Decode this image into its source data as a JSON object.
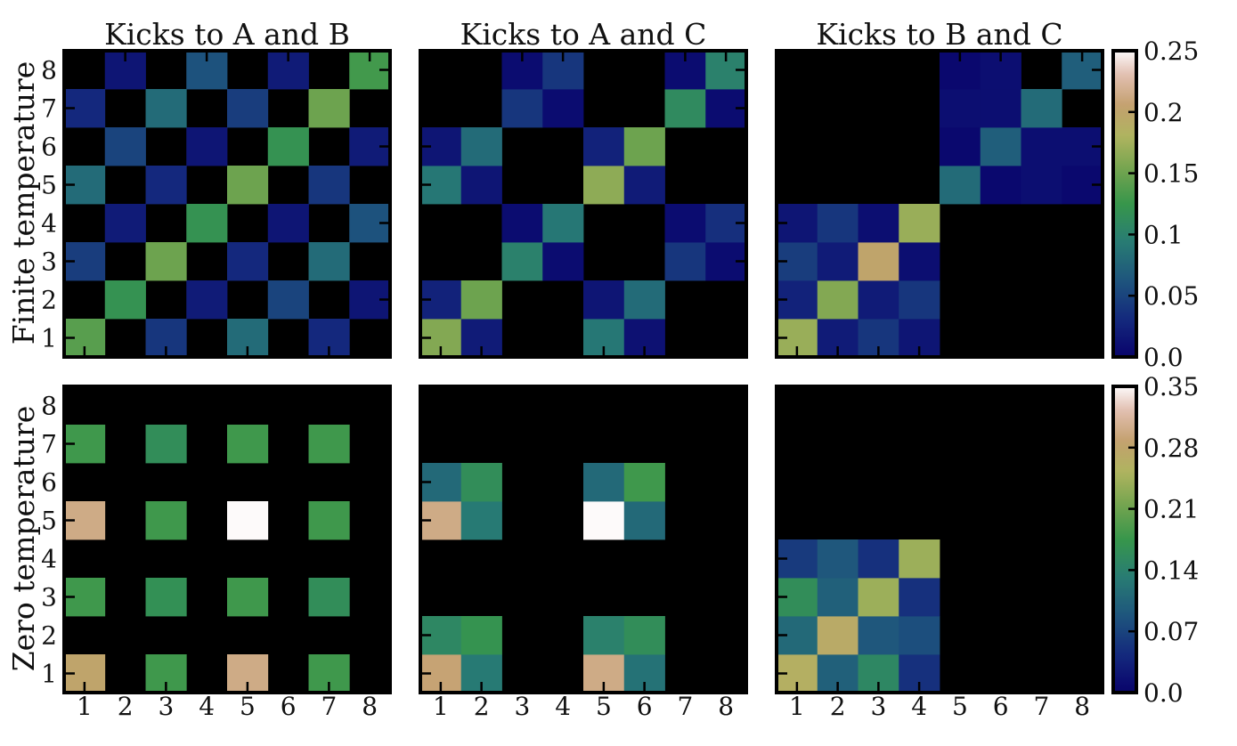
{
  "figure": {
    "row_labels": [
      "Finite temperature",
      "Zero temperature"
    ],
    "column_titles": [
      "Kicks to A and B",
      "Kicks to A and C",
      "Kicks to B and C"
    ],
    "x_ticks": [
      "1",
      "2",
      "3",
      "4",
      "5",
      "6",
      "7",
      "8"
    ],
    "y_ticks": [
      "1",
      "2",
      "3",
      "4",
      "5",
      "6",
      "7",
      "8"
    ],
    "colormap": "gist_earth",
    "background": "#000000"
  },
  "chart_data": [
    {
      "type": "heatmap",
      "row": 0,
      "col": 0,
      "title": "Kicks to A and B",
      "ylabel": "Finite temperature",
      "z_range": [
        0,
        0.25
      ],
      "z": [
        [
          0.14,
          0,
          0.04,
          0,
          0.08,
          0,
          0.03,
          0
        ],
        [
          0,
          0.12,
          0,
          0.02,
          0,
          0.05,
          0,
          0.015
        ],
        [
          0.045,
          0,
          0.15,
          0,
          0.03,
          0,
          0.08,
          0
        ],
        [
          0,
          0.02,
          0,
          0.12,
          0,
          0.015,
          0,
          0.06
        ],
        [
          0.08,
          0,
          0.03,
          0,
          0.15,
          0,
          0.04,
          0
        ],
        [
          0,
          0.05,
          0,
          0.015,
          0,
          0.12,
          0,
          0.02
        ],
        [
          0.03,
          0,
          0.08,
          0,
          0.045,
          0,
          0.15,
          0
        ],
        [
          0,
          0.015,
          0,
          0.06,
          0,
          0.02,
          0,
          0.13
        ]
      ]
    },
    {
      "type": "heatmap",
      "row": 0,
      "col": 1,
      "title": "Kicks to A and C",
      "z_range": [
        0,
        0.25
      ],
      "z": [
        [
          0.16,
          0.02,
          0,
          0,
          0.09,
          0.012,
          0,
          0
        ],
        [
          0.025,
          0.15,
          0,
          0,
          0.015,
          0.08,
          0,
          0
        ],
        [
          0,
          0,
          0.1,
          0.008,
          0,
          0,
          0.04,
          0.008
        ],
        [
          0,
          0,
          0.008,
          0.09,
          0,
          0,
          0.008,
          0.035
        ],
        [
          0.09,
          0.015,
          0,
          0,
          0.165,
          0.02,
          0,
          0
        ],
        [
          0.015,
          0.08,
          0,
          0,
          0.025,
          0.15,
          0,
          0
        ],
        [
          0,
          0,
          0.04,
          0.008,
          0,
          0,
          0.11,
          0.008
        ],
        [
          0,
          0,
          0.008,
          0.04,
          0,
          0,
          0.008,
          0.1
        ]
      ]
    },
    {
      "type": "heatmap",
      "row": 0,
      "col": 2,
      "title": "Kicks to B and C",
      "z_range": [
        0,
        0.25
      ],
      "z": [
        [
          0.17,
          0.02,
          0.04,
          0.015,
          0,
          0,
          0,
          0
        ],
        [
          0.025,
          0.16,
          0.02,
          0.04,
          0,
          0,
          0,
          0
        ],
        [
          0.045,
          0.02,
          0.2,
          0.01,
          0,
          0,
          0,
          0
        ],
        [
          0.015,
          0.04,
          0.01,
          0.17,
          0,
          0,
          0,
          0
        ],
        [
          0,
          0,
          0,
          0,
          0.08,
          0.005,
          0.01,
          0.005
        ],
        [
          0,
          0,
          0,
          0,
          0.005,
          0.07,
          0.01,
          0.01
        ],
        [
          0,
          0,
          0,
          0,
          0.01,
          0.01,
          0.08,
          0
        ],
        [
          0,
          0,
          0,
          0,
          0.005,
          0.01,
          0,
          0.07
        ]
      ]
    },
    {
      "type": "heatmap",
      "row": 1,
      "col": 0,
      "ylabel": "Zero temperature",
      "z_range": [
        0,
        0.35
      ],
      "z": [
        [
          0.28,
          0,
          0.18,
          0,
          0.3,
          0,
          0.18,
          0
        ],
        [
          0,
          0,
          0,
          0,
          0,
          0,
          0,
          0
        ],
        [
          0.18,
          0,
          0.165,
          0,
          0.18,
          0,
          0.16,
          0
        ],
        [
          0,
          0,
          0,
          0,
          0,
          0,
          0,
          0
        ],
        [
          0.3,
          0,
          0.18,
          0,
          0.35,
          0,
          0.18,
          0
        ],
        [
          0,
          0,
          0,
          0,
          0,
          0,
          0,
          0
        ],
        [
          0.18,
          0,
          0.16,
          0,
          0.18,
          0,
          0.18,
          0
        ],
        [
          0,
          0,
          0,
          0,
          0,
          0,
          0,
          0
        ]
      ]
    },
    {
      "type": "heatmap",
      "row": 1,
      "col": 1,
      "z_range": [
        0,
        0.35
      ],
      "z": [
        [
          0.29,
          0.13,
          0,
          0,
          0.3,
          0.12,
          0,
          0
        ],
        [
          0.15,
          0.17,
          0,
          0,
          0.14,
          0.16,
          0,
          0
        ],
        [
          0,
          0,
          0,
          0,
          0,
          0,
          0,
          0
        ],
        [
          0,
          0,
          0,
          0,
          0,
          0,
          0,
          0
        ],
        [
          0.3,
          0.13,
          0,
          0,
          0.35,
          0.11,
          0,
          0
        ],
        [
          0.11,
          0.16,
          0,
          0,
          0.11,
          0.18,
          0,
          0
        ],
        [
          0,
          0,
          0,
          0,
          0,
          0,
          0,
          0
        ],
        [
          0,
          0,
          0,
          0,
          0,
          0,
          0,
          0
        ]
      ]
    },
    {
      "type": "heatmap",
      "row": 1,
      "col": 2,
      "z_range": [
        0,
        0.35
      ],
      "z": [
        [
          0.26,
          0.1,
          0.15,
          0.05,
          0,
          0,
          0,
          0
        ],
        [
          0.11,
          0.27,
          0.09,
          0.08,
          0,
          0,
          0,
          0
        ],
        [
          0.16,
          0.1,
          0.24,
          0.05,
          0,
          0,
          0,
          0
        ],
        [
          0.06,
          0.09,
          0.05,
          0.24,
          0,
          0,
          0,
          0
        ],
        [
          0,
          0,
          0,
          0,
          0,
          0,
          0,
          0
        ],
        [
          0,
          0,
          0,
          0,
          0,
          0,
          0,
          0
        ],
        [
          0,
          0,
          0,
          0,
          0,
          0,
          0,
          0
        ],
        [
          0,
          0,
          0,
          0,
          0,
          0,
          0,
          0
        ]
      ]
    }
  ],
  "colorbars": [
    {
      "row": 0,
      "range": [
        0,
        0.25
      ],
      "ticks": [
        0,
        0.05,
        0.1,
        0.15,
        0.2,
        0.25
      ],
      "tick_labels": [
        "0.0",
        "0.05",
        "0.1",
        "0.15",
        "0.2",
        "0.25"
      ]
    },
    {
      "row": 1,
      "range": [
        0,
        0.35
      ],
      "ticks": [
        0,
        0.07,
        0.14,
        0.21,
        0.28,
        0.35
      ],
      "tick_labels": [
        "0.0",
        "0.07",
        "0.14",
        "0.21",
        "0.28",
        "0.35"
      ]
    }
  ]
}
